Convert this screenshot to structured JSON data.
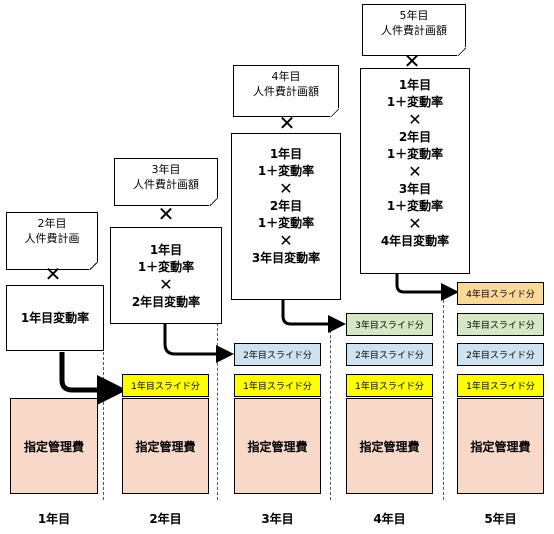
{
  "notes": [
    {
      "year": "2年目",
      "label": "人件費計画"
    },
    {
      "year": "3年目",
      "label": "人件費計画額"
    },
    {
      "year": "4年目",
      "label": "人件費計画額"
    },
    {
      "year": "5年目",
      "label": "人件費計画額"
    }
  ],
  "cross": "✕",
  "formulas": {
    "y1": "1年目変動率",
    "y2": {
      "l1": "1年目",
      "l2": "1＋変動率",
      "l3": "2年目変動率"
    },
    "y3": {
      "a1": "1年目",
      "a2": "1＋変動率",
      "b1": "2年目",
      "b2": "1＋変動率",
      "c": "3年目変動率"
    },
    "y4": {
      "a1": "1年目",
      "a2": "1＋変動率",
      "b1": "2年目",
      "b2": "1＋変動率",
      "c1": "3年目",
      "c2": "1＋変動率",
      "d": "4年目変動率"
    }
  },
  "slides": {
    "s1": "1年目スライド分",
    "s2": "2年目スライド分",
    "s3": "3年目スライド分",
    "s4": "4年目スライド分"
  },
  "fee_label": "指定管理費",
  "years": [
    "1年目",
    "2年目",
    "3年目",
    "4年目",
    "5年目"
  ],
  "colors": {
    "yellow": "#ffff00",
    "blue": "#cde3f1",
    "green": "#d5e8c4",
    "orange": "#fad898",
    "fee": "#f8d9c9"
  }
}
